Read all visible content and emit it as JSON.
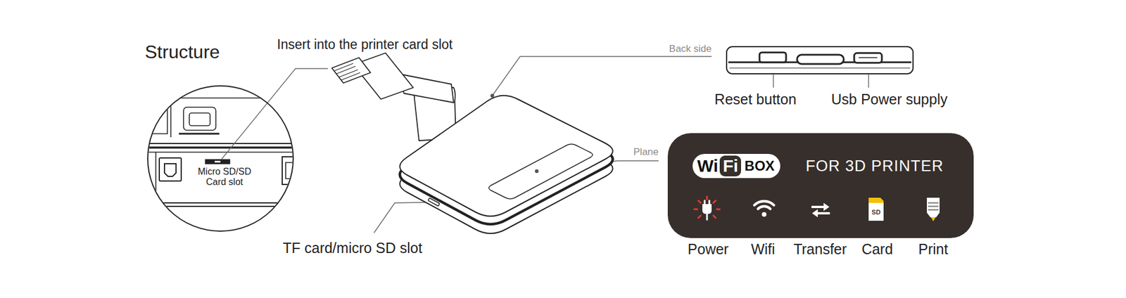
{
  "diagram": {
    "title": "Structure",
    "nodes": [
      {
        "text": [
          "Micro SD/SD Card slot"
        ]
      },
      {
        "text": [
          "FOR 3D PRINTER"
        ]
      },
      {
        "text": [
          "Wi",
          "Fi",
          "BOX"
        ],
        "in": 1
      }
    ],
    "labels": [
      "Insert into the printer card slot",
      "Back side",
      "Reset button",
      "Usb Power supply",
      "Plane",
      "SD",
      "TF card/micro SD slot",
      "Power",
      "Wifi",
      "Transfer",
      "Card",
      "Print"
    ]
  }
}
